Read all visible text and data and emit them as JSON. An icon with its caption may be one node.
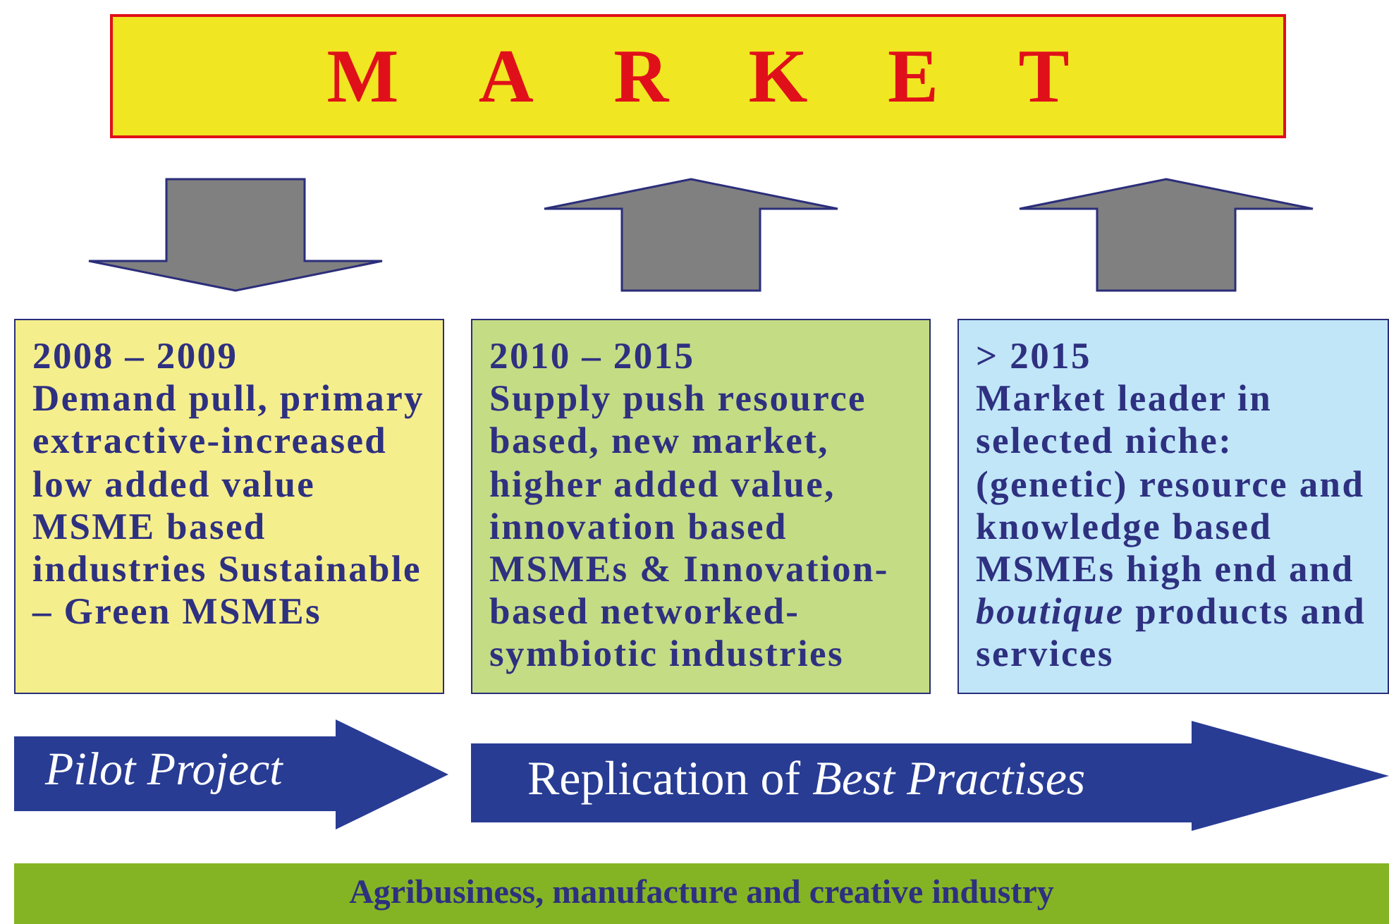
{
  "diagram": {
    "nodes": [
      {
        "text": [
          "MARKET"
        ]
      },
      {
        "text": [
          "2008 – 2009",
          "Demand pull, primary extractive-increased low added value MSME based industries Sustainable  – Green MSMEs"
        ]
      },
      {
        "text": [
          "2010 – 2015",
          "Supply push resource based, new market, higher added value, innovation based MSMEs & Innovation-based networked-symbiotic industries"
        ]
      },
      {
        "text": [
          "> 2015",
          "Market leader in selected niche: (genetic) resource and knowledge based MSMEs high end and *boutique* products and services"
        ]
      },
      {
        "text": [
          "Pilot Project"
        ]
      },
      {
        "text": [
          "Replication of *Best Practises*"
        ]
      },
      {
        "text": [
          "Agribusiness, manufacture and creative industry"
        ]
      }
    ],
    "edges": [
      {
        "from": 0,
        "to": 1,
        "arrow": "to"
      },
      {
        "from": 2,
        "to": 0,
        "arrow": "to"
      },
      {
        "from": 3,
        "to": 0,
        "arrow": "to"
      }
    ]
  }
}
